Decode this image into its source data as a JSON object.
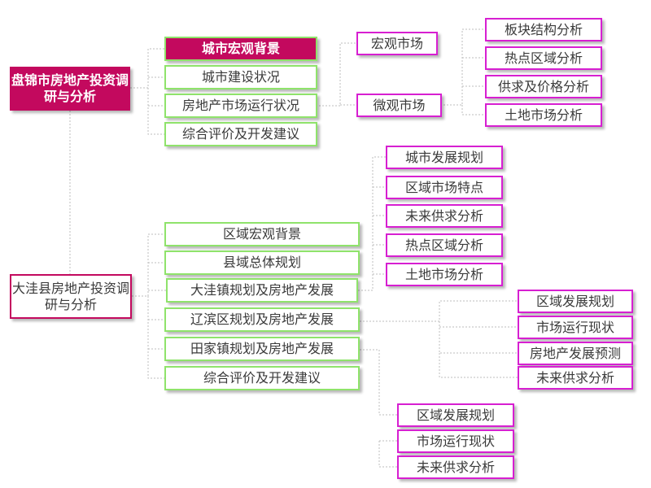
{
  "colors": {
    "root_fill": "#c3095e",
    "level1_border": "#8fe36b",
    "level2_border": "#d71fd1",
    "connector": "#bdbdbd"
  },
  "tree1": {
    "root": "盘锦市房地产投资调研与分析",
    "children": [
      "城市宏观背景",
      "城市建设状况",
      "房地产市场运行状况",
      "综合评价及开发建议"
    ],
    "market_children": [
      "宏观市场",
      "微观市场"
    ],
    "micro_children": [
      "板块结构分析",
      "热点区域分析",
      "供求及价格分析",
      "土地市场分析"
    ]
  },
  "tree2": {
    "root": "大洼县房地产投资调研与分析",
    "children": [
      "区域宏观背景",
      "县域总体规划",
      "大洼镇规划及房地产发展",
      "辽滨区规划及房地产发展",
      "田家镇规划及房地产发展",
      "综合评价及开发建议"
    ],
    "dawa_children": [
      "城市发展规划",
      "区域市场特点",
      "未来供求分析",
      "热点区域分析",
      "土地市场分析"
    ],
    "liaobin_children": [
      "区域发展规划",
      "市场运行现状",
      "房地产发展预测",
      "未来供求分析"
    ],
    "tianjia_children": [
      "区域发展规划",
      "市场运行现状",
      "未来供求分析"
    ]
  }
}
